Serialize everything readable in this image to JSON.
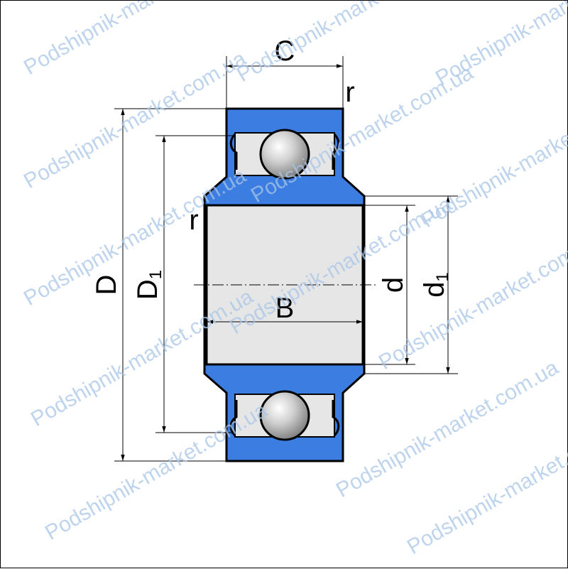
{
  "labels": {
    "C": "C",
    "r_top": "r",
    "r_left": "r",
    "D": "D",
    "D1_main": "D",
    "D1_sub": "1",
    "B": "B",
    "d": "d",
    "d1_main": "d",
    "d1_sub": "1"
  },
  "watermark": "Podshipnik-market.com.ua",
  "colors": {
    "housing": "#3b7de0",
    "bore": "#e6e6e6",
    "ball": "#b8b8b8",
    "outline": "#000000",
    "watermark": "#a9c6e8"
  }
}
